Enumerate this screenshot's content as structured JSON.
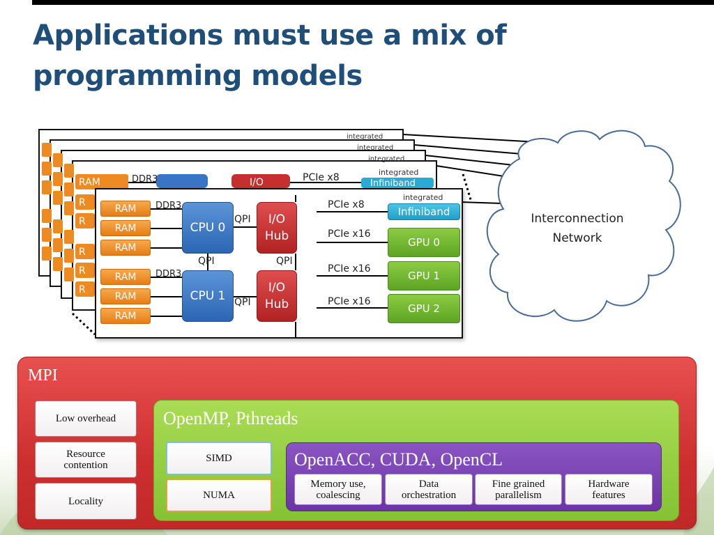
{
  "slide": {
    "title": "Applications must use a mix of programming models"
  },
  "node": {
    "ram_label": "RAM",
    "ram_back_labels": [
      "RAM",
      "R",
      "R"
    ],
    "cpu0": "CPU 0",
    "cpu1": "CPU 1",
    "io_hub": "I/O\nHub",
    "back_io": "I/O",
    "gpu0": "GPU 0",
    "gpu1": "GPU 1",
    "gpu2": "GPU 2",
    "infiniband": "Infiniband",
    "integrated": "integrated",
    "ddr3": "DDR3",
    "qpi": "QPI",
    "pcie_x8": "PCIe x8",
    "pcie_x16": "PCIe x16"
  },
  "network": {
    "line1": "Interconnection",
    "line2": "Network"
  },
  "models": {
    "mpi": {
      "label": "MPI",
      "items": [
        "Low overhead",
        "Resource\ncontention",
        "Locality"
      ]
    },
    "openmp": {
      "label": "OpenMP, Pthreads",
      "items": [
        "SIMD",
        "NUMA"
      ]
    },
    "openacc": {
      "label": "OpenACC, CUDA, OpenCL",
      "items": [
        "Memory use,\ncoalescing",
        "Data\norchestration",
        "Fine grained\nparallelism",
        "Hardware\nfeatures"
      ]
    }
  },
  "colors": {
    "title": "#1f4e79",
    "ram": "#ee8a22",
    "cpu": "#3a74c4",
    "io_hub": "#c62f2f",
    "gpu": "#72b52e",
    "infiniband": "#29abd6",
    "mpi": "#d93a3a",
    "openmp": "#93cc3e",
    "openacc": "#7742b0"
  }
}
